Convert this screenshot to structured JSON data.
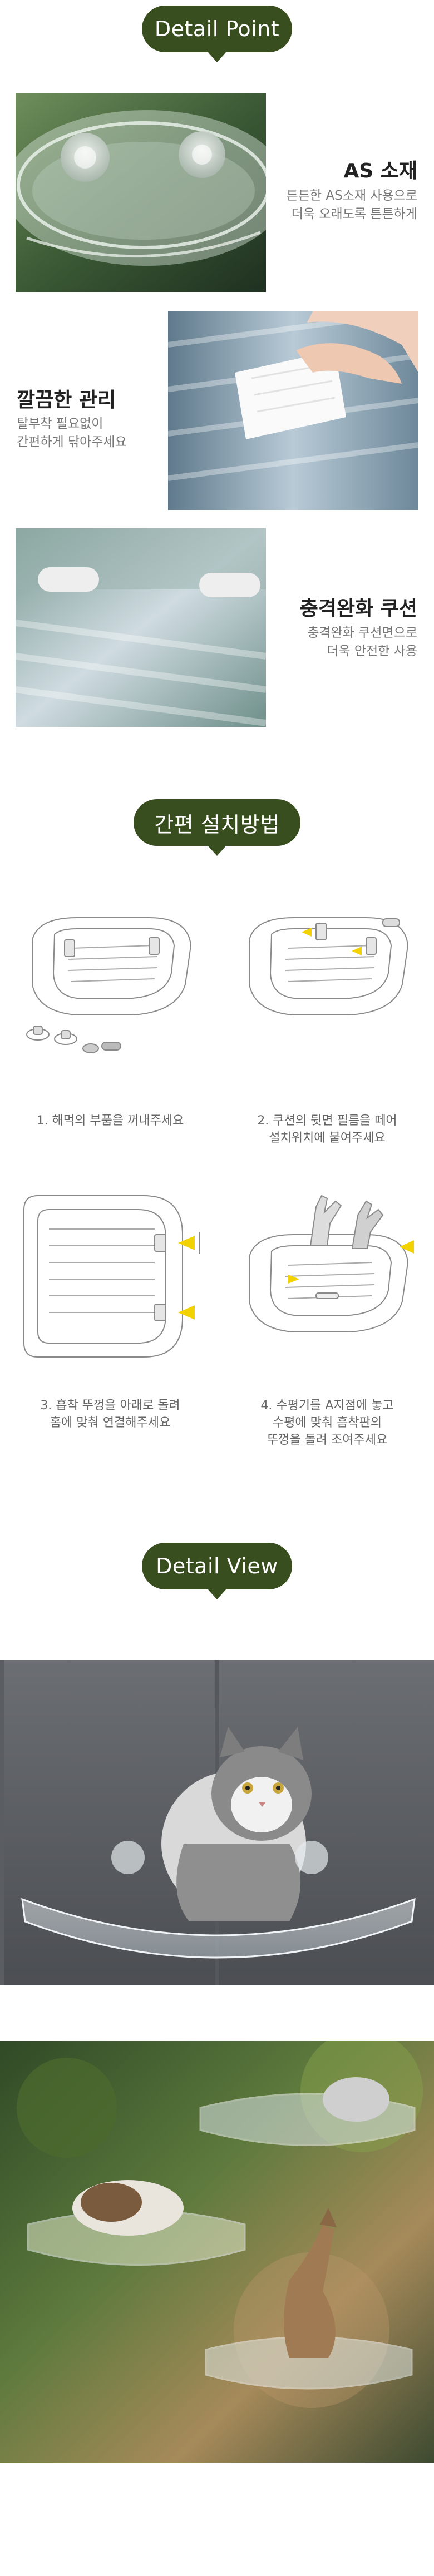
{
  "sections": {
    "detail_point": "Detail Point",
    "install": "간편 설치방법",
    "detail_view": "Detail View"
  },
  "features": [
    {
      "title": "AS 소재",
      "desc": [
        "튼튼한 AS소재 사용으로",
        "더욱 오래도록 튼튼하게"
      ]
    },
    {
      "title": "깔끔한 관리",
      "desc": [
        "탈부착 필요없이",
        "간편하게 닦아주세요"
      ]
    },
    {
      "title": "충격완화 쿠션",
      "desc": [
        "충격완화 쿠션면으로",
        "더욱 안전한 사용"
      ]
    }
  ],
  "steps": [
    {
      "lines": [
        "1. 해먹의 부품을 꺼내주세요"
      ]
    },
    {
      "lines": [
        "2. 쿠션의 뒷면 필름을 떼어",
        "설치위치에 붙여주세요"
      ]
    },
    {
      "lines": [
        "3. 흡착 뚜껑을 아래로 돌려",
        "홈에 맞춰 연결해주세요"
      ]
    },
    {
      "lines": [
        "4. 수평기를 A지점에 놓고",
        "수평에 맞춰 흡착판의",
        "뚜껑을 돌려 조여주세요"
      ]
    }
  ],
  "colors": {
    "accent": "#394e1f",
    "arrow": "#f2d200"
  }
}
